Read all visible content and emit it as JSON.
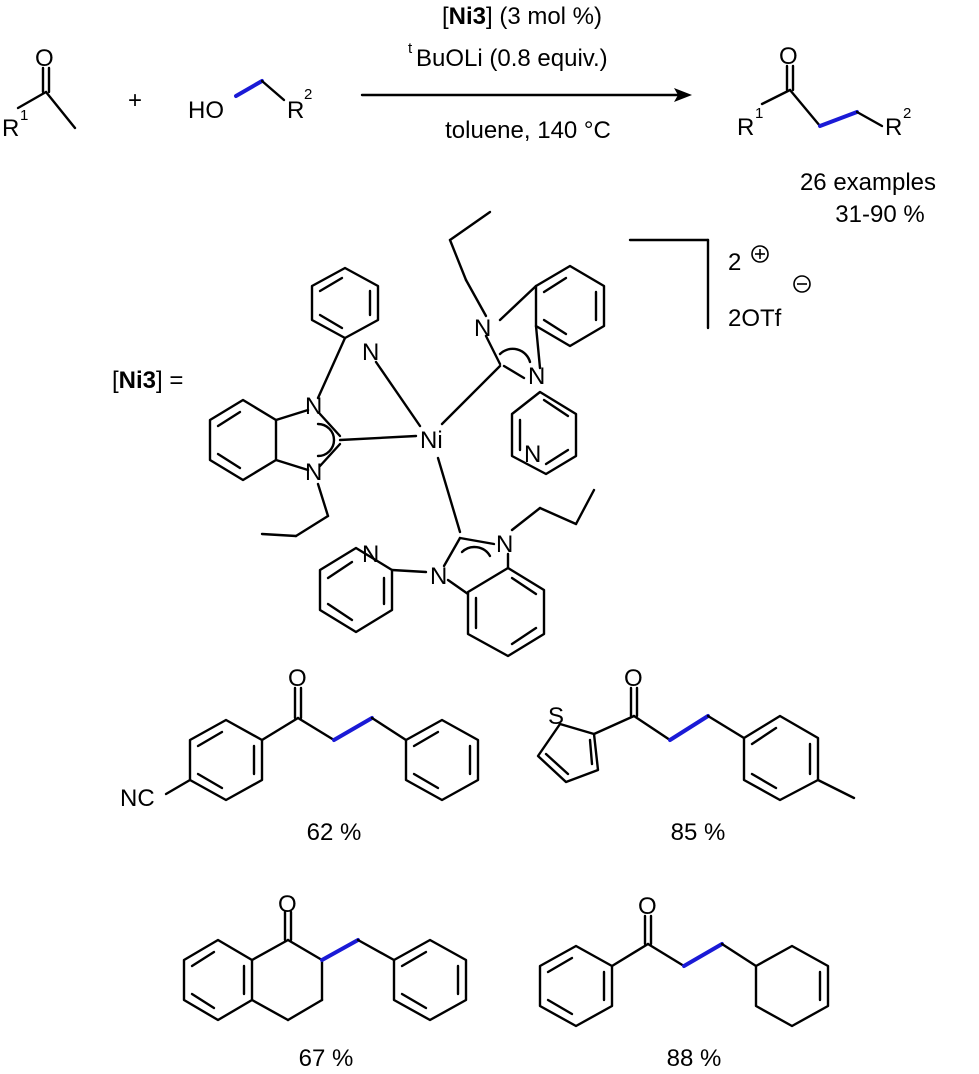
{
  "scheme": {
    "reactant1": {
      "O": "O",
      "R": "R",
      "sup": "1"
    },
    "plus": "+",
    "reactant2": {
      "HO": "HO",
      "R": "R",
      "sup": "2"
    },
    "conditions": {
      "catalyst_open": "[",
      "catalyst_bold": "Ni3",
      "catalyst_close": "] (3 mol %)",
      "base_sup": "t",
      "base": "BuOLi (0.8 equiv.)",
      "solvent": "toluene, 140 °C"
    },
    "product": {
      "O": "O",
      "R1": "R",
      "sup1": "1",
      "R2": "R",
      "sup2": "2"
    },
    "examples": "26 examples",
    "yield_range": "31-90 %"
  },
  "catalyst": {
    "label_open": "[",
    "label_bold": "Ni3",
    "label_close": "] =",
    "metal": "Ni",
    "N": "N",
    "charge": "2",
    "counterion": "2OTf"
  },
  "examples": {
    "ex1": {
      "O": "O",
      "substituent": "NC",
      "yield": "62 %"
    },
    "ex2": {
      "O": "O",
      "S": "S",
      "yield": "85 %"
    },
    "ex3": {
      "O": "O",
      "yield": "67 %"
    },
    "ex4": {
      "O": "O",
      "yield": "88 %"
    }
  },
  "colors": {
    "highlight_bond": "#1a1ad6",
    "bond": "#000000"
  }
}
